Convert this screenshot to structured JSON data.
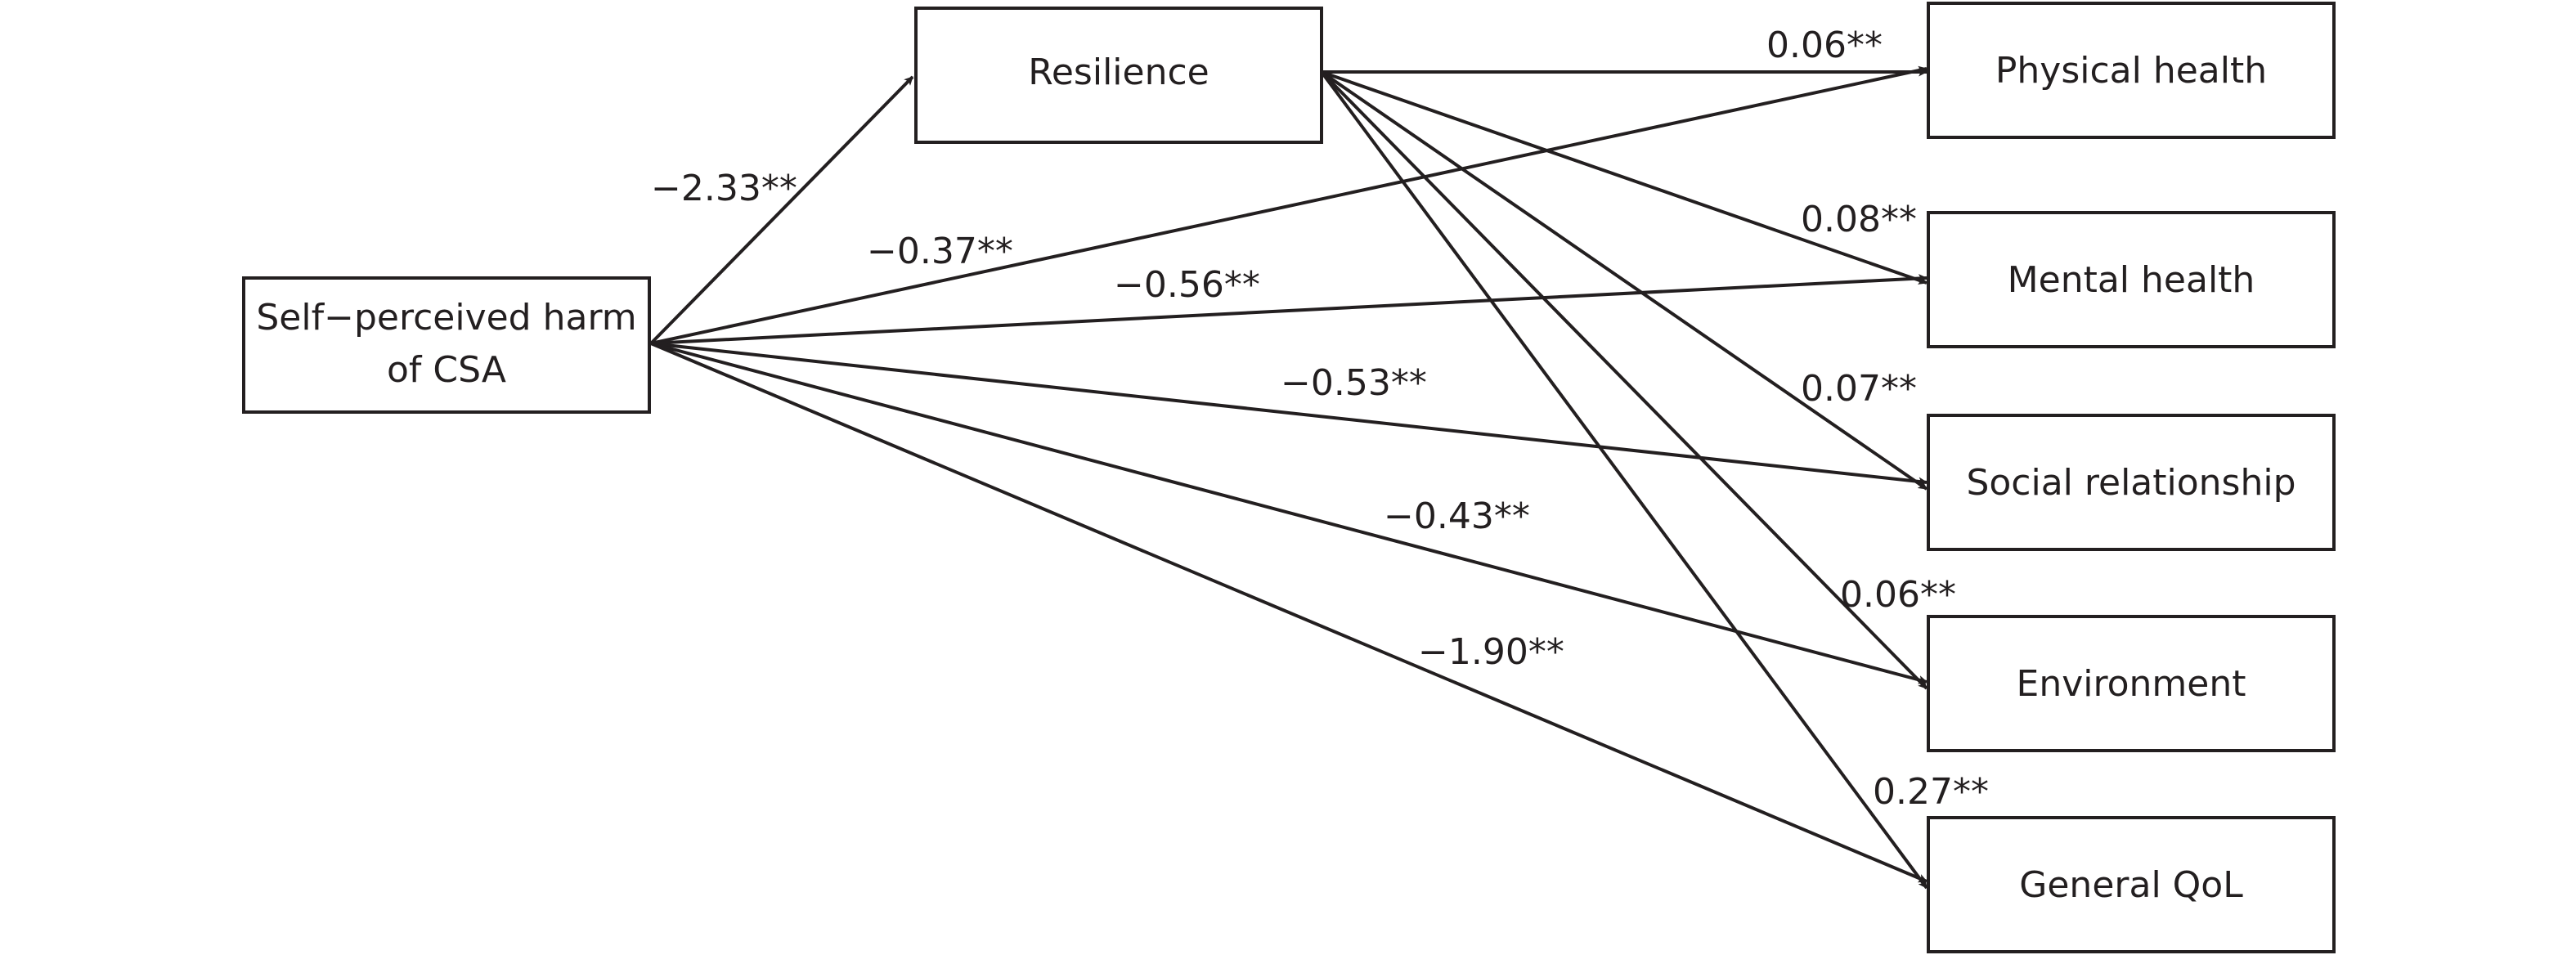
{
  "nodes": {
    "csa": {
      "line1": "Self−perceived harm",
      "line2": "of CSA"
    },
    "resilience": {
      "label": "Resilience"
    },
    "physical": {
      "label": "Physical health"
    },
    "mental": {
      "label": "Mental health"
    },
    "social": {
      "label": "Social relationship"
    },
    "environment": {
      "label": "Environment"
    },
    "general": {
      "label": "General QoL"
    }
  },
  "edges": {
    "csa_resilience": "−2.33**",
    "csa_physical": "−0.37**",
    "csa_mental": "−0.56**",
    "csa_social": "−0.53**",
    "csa_environment": "−0.43**",
    "csa_general": "−1.90**",
    "resilience_physical": "0.06**",
    "resilience_mental": "0.08**",
    "resilience_social": "0.07**",
    "resilience_environment": "0.06**",
    "resilience_general": "0.27**"
  },
  "colors": {
    "ink": "#231f20",
    "background": "#ffffff"
  }
}
